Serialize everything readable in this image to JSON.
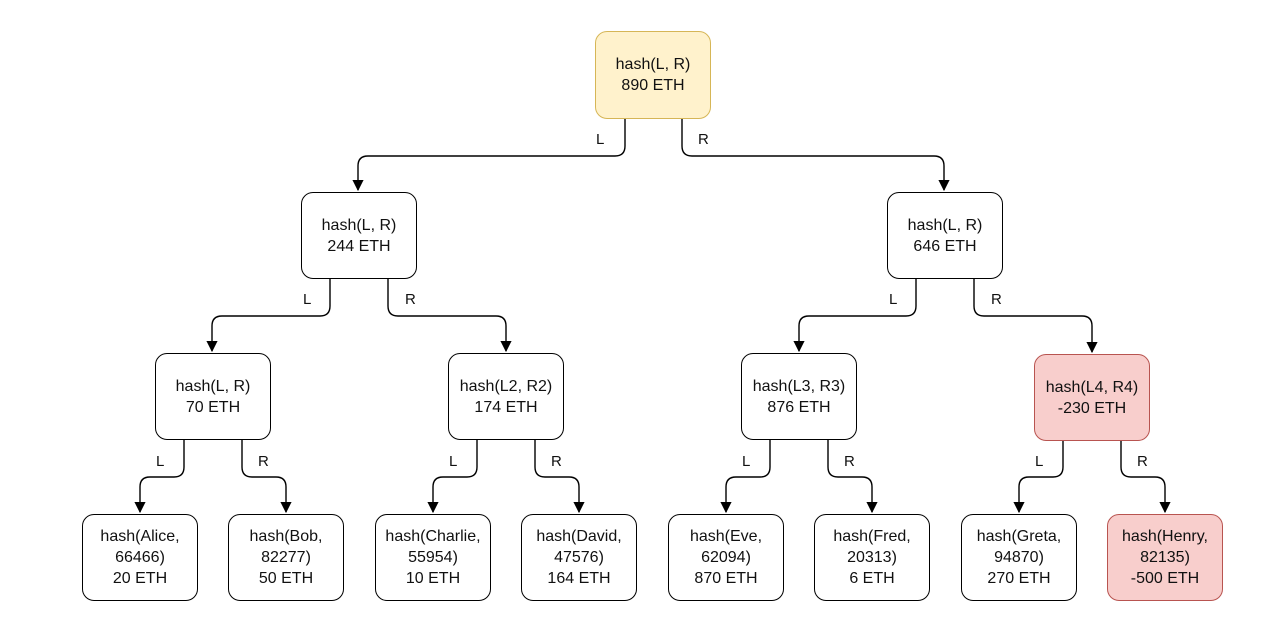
{
  "edge_labels": {
    "left": "L",
    "right": "R"
  },
  "colors": {
    "root_fill": "#fff2cc",
    "root_border": "#d6b656",
    "highlight_fill": "#f8cecc",
    "highlight_border": "#b85450"
  },
  "nodes": {
    "root": {
      "line1": "hash(L, R)",
      "line2": "890 ETH",
      "style": "root"
    },
    "l": {
      "line1": "hash(L, R)",
      "line2": "244 ETH"
    },
    "r": {
      "line1": "hash(L, R)",
      "line2": "646 ETH"
    },
    "ll": {
      "line1": "hash(L, R)",
      "line2": "70 ETH"
    },
    "lr": {
      "line1": "hash(L2, R2)",
      "line2": "174 ETH"
    },
    "rl": {
      "line1": "hash(L3, R3)",
      "line2": "876 ETH"
    },
    "rr": {
      "line1": "hash(L4, R4)",
      "line2": "-230 ETH",
      "style": "highlight"
    },
    "alice": {
      "line1": "hash(Alice,",
      "line2": "66466)",
      "line3": "20 ETH"
    },
    "bob": {
      "line1": "hash(Bob,",
      "line2": "82277)",
      "line3": "50 ETH"
    },
    "charlie": {
      "line1": "hash(Charlie,",
      "line2": "55954)",
      "line3": "10 ETH"
    },
    "david": {
      "line1": "hash(David,",
      "line2": "47576)",
      "line3": "164 ETH"
    },
    "eve": {
      "line1": "hash(Eve,",
      "line2": "62094)",
      "line3": "870 ETH"
    },
    "fred": {
      "line1": "hash(Fred,",
      "line2": "20313)",
      "line3": "6 ETH"
    },
    "greta": {
      "line1": "hash(Greta,",
      "line2": "94870)",
      "line3": "270 ETH"
    },
    "henry": {
      "line1": "hash(Henry,",
      "line2": "82135)",
      "line3": "-500 ETH",
      "style": "highlight"
    }
  }
}
